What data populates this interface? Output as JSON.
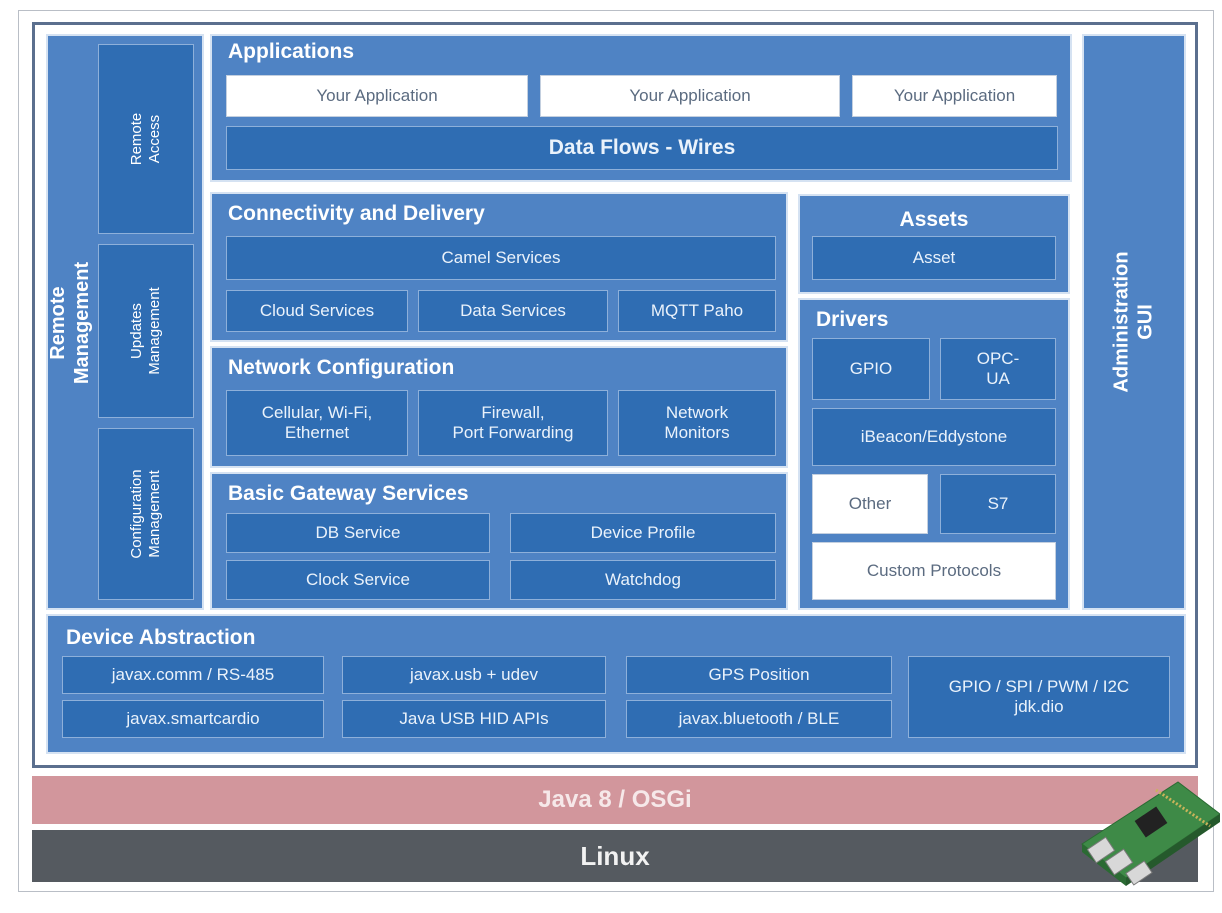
{
  "remote_management": {
    "title": "Remote Management",
    "remote_access": "Remote Access",
    "updates_management": "Updates\nManagement",
    "configuration_management": "Configuration\nManagement"
  },
  "applications": {
    "title": "Applications",
    "apps": [
      "Your Application",
      "Your Application",
      "Your Application"
    ],
    "data_flows": "Data Flows - Wires"
  },
  "connectivity": {
    "title": "Connectivity and Delivery",
    "camel": "Camel Services",
    "services": [
      "Cloud Services",
      "Data Services",
      "MQTT Paho"
    ]
  },
  "network": {
    "title": "Network Configuration",
    "items": [
      "Cellular, Wi-Fi,\nEthernet",
      "Firewall,\nPort Forwarding",
      "Network\nMonitors"
    ]
  },
  "basic_gateway": {
    "title": "Basic Gateway Services",
    "items": [
      "DB Service",
      "Device Profile",
      "Clock Service",
      "Watchdog"
    ]
  },
  "assets": {
    "title": "Assets",
    "asset": "Asset"
  },
  "drivers": {
    "title": "Drivers",
    "gpio": "GPIO",
    "opc": "OPC-\nUA",
    "ibeacon": "iBeacon/Eddystone",
    "other": "Other",
    "s7": "S7",
    "custom": "Custom Protocols"
  },
  "admin_gui": {
    "title": "Administration GUI"
  },
  "device_abstraction": {
    "title": "Device Abstraction",
    "items": [
      "javax.comm / RS-485",
      "javax.usb + udev",
      "GPS Position",
      "javax.smartcardio",
      "Java USB HID APIs",
      "javax.bluetooth / BLE",
      "GPIO / SPI / PWM / I2C\njdk.dio"
    ]
  },
  "java_layer": "Java 8 / OSGi",
  "linux_layer": "Linux",
  "colors": {
    "panel": "#4f83c4",
    "cell": "#2f6db3",
    "java": "#d2969c",
    "linux": "#555a60"
  }
}
